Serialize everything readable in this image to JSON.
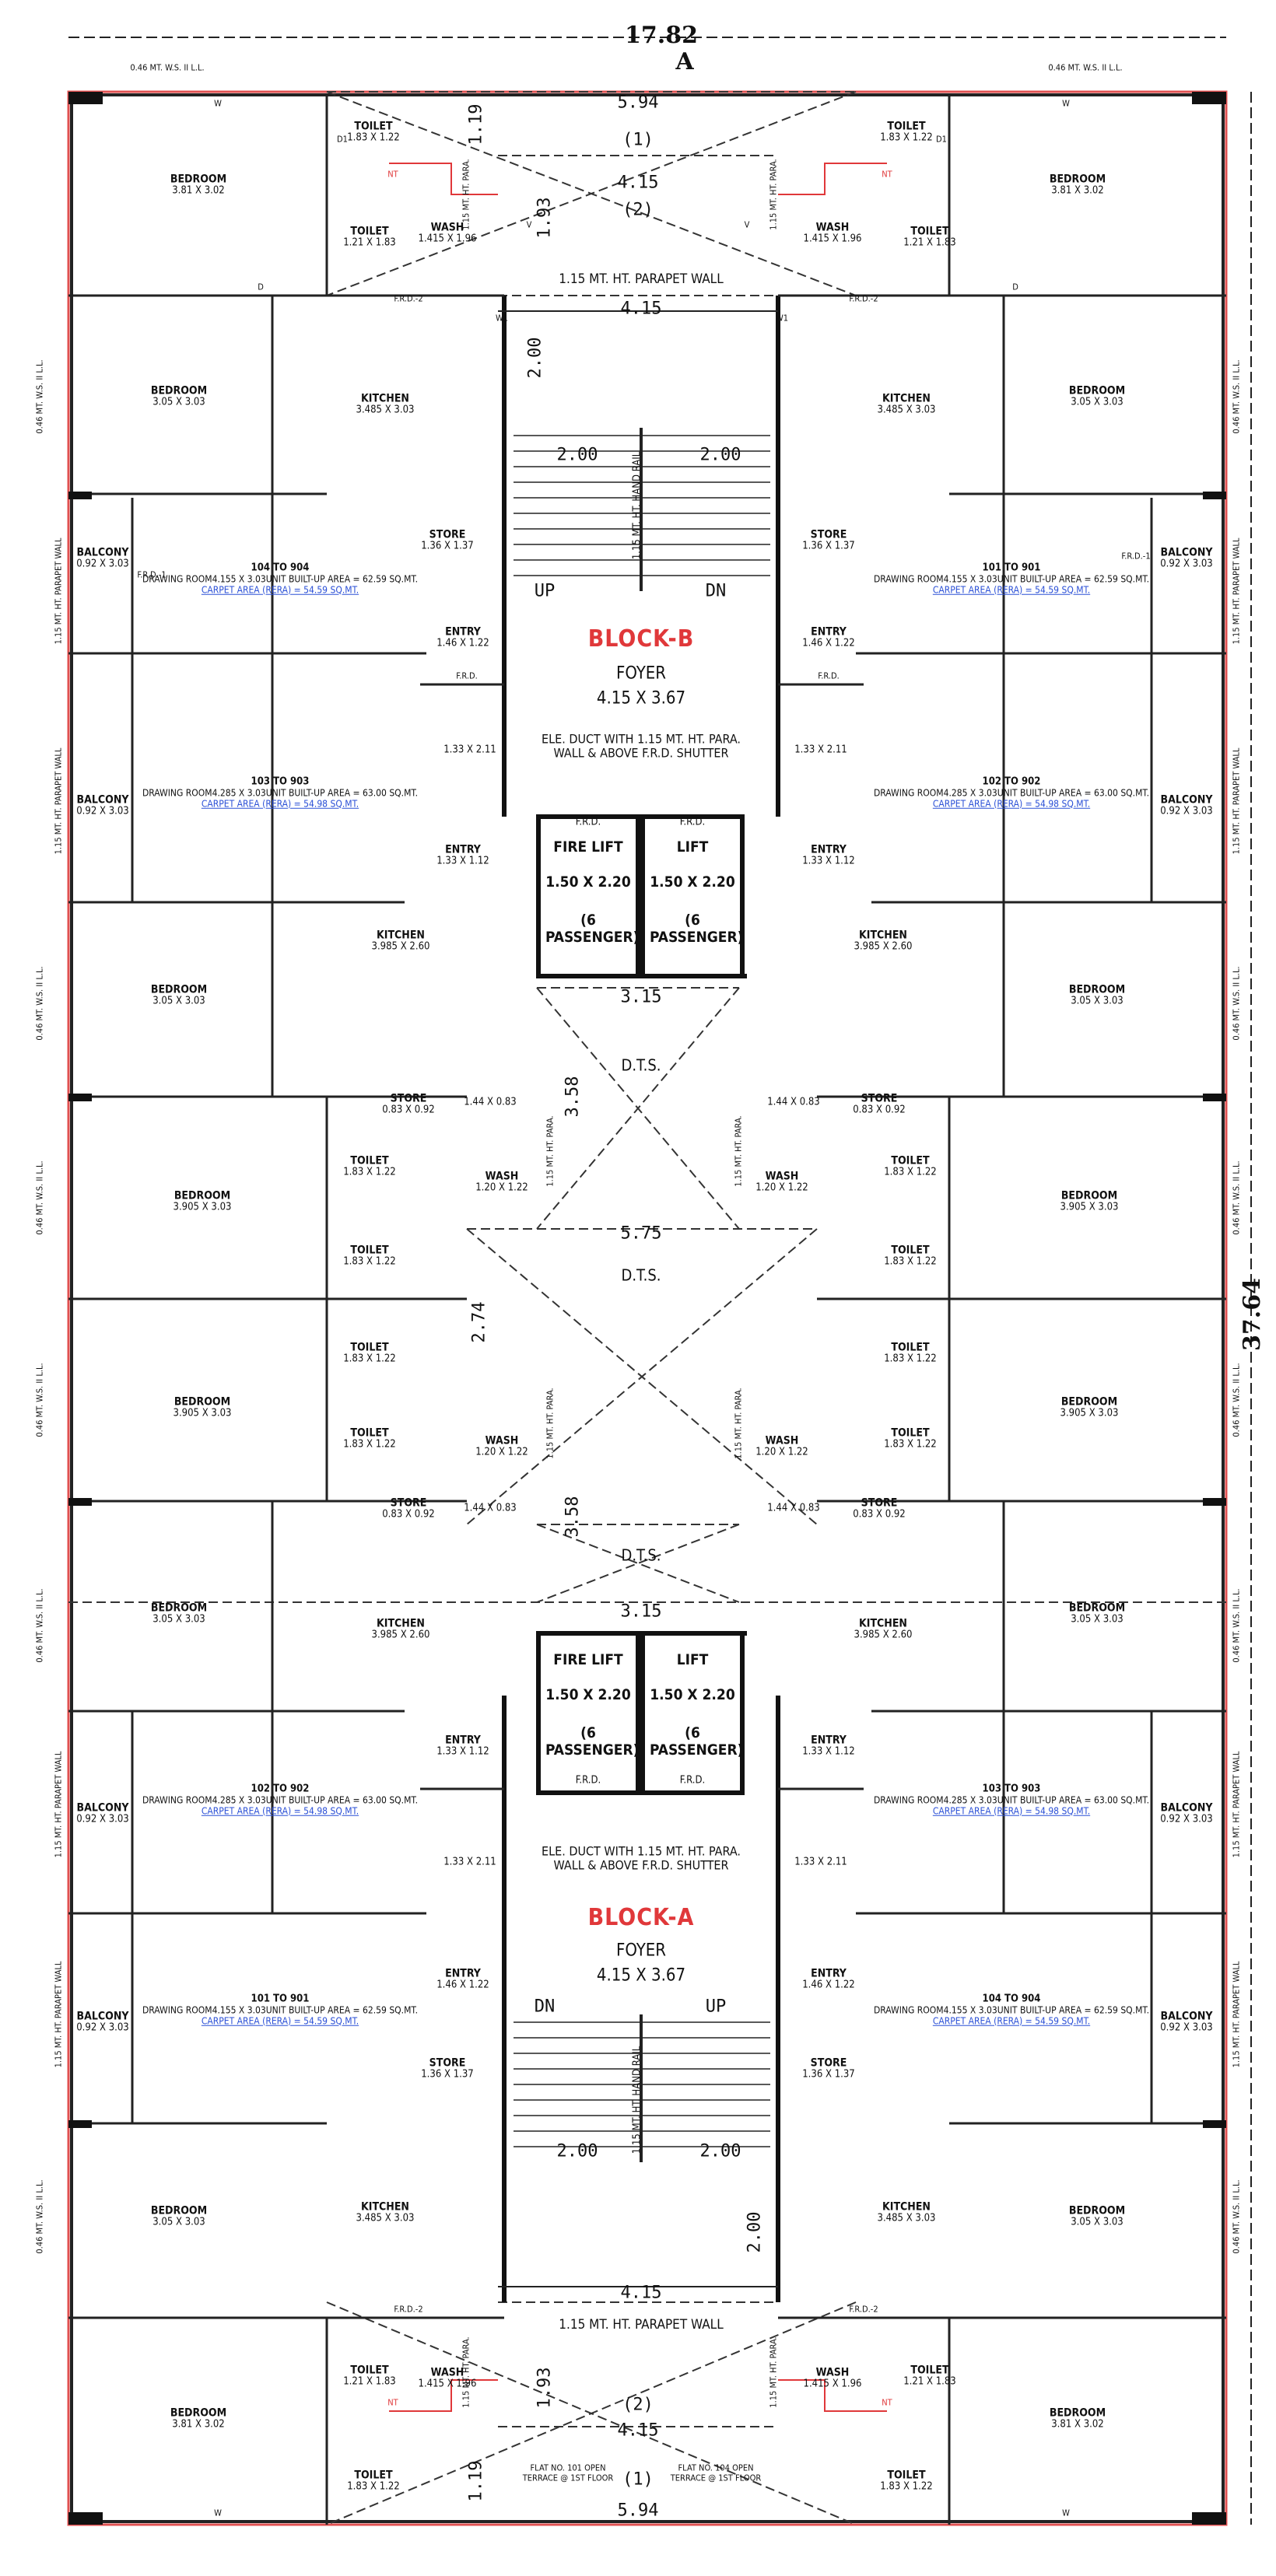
{
  "dimensions": {
    "overall_width": "17.82",
    "overall_depth": "37.64",
    "section": "A",
    "top_width": "5.94",
    "second_width": "4.15",
    "head_depth": "1.19",
    "duct_depth": "1.93",
    "stair_gap": "2.00",
    "core_width": "3.15",
    "core_mid": "5.75",
    "side_a": "3.58",
    "side_b": "2.74",
    "num_1": "(1)",
    "num_2": "(2)"
  },
  "walls": {
    "wsll": "0.46 MT. W.S. II L.L.",
    "parapet": "1.15 MT. HT. PARAPET WALL",
    "parapet_short": "1.15 MT. HT. PARA.",
    "handrail": "1.15 MT. HT. HAND RAIL"
  },
  "blocks": [
    {
      "name": "BLOCK-B",
      "foyer": "FOYER",
      "foyer_size": "4.15 X 3.67",
      "duct": "ELE. DUCT WITH 1.15 MT. HT. PARA. WALL & ABOVE F.R.D. SHUTTER",
      "up": "UP",
      "dn": "DN"
    },
    {
      "name": "BLOCK-A",
      "foyer": "FOYER",
      "foyer_size": "4.15 X 3.67",
      "duct": "ELE. DUCT WITH 1.15 MT. HT. PARA. WALL & ABOVE F.R.D. SHUTTER",
      "up": "UP",
      "dn": "DN"
    }
  ],
  "lifts": {
    "fire": "FIRE LIFT",
    "lift": "LIFT",
    "size": "1.50 X 2.20",
    "cap": "(6 PASSENGER)",
    "frd": "F.R.D."
  },
  "rooms": {
    "bedroom": "BEDROOM",
    "kitchen": "KITCHEN",
    "toilet": "TOILET",
    "wash": "WASH",
    "store": "STORE",
    "entry": "ENTRY",
    "balcony": "BALCONY",
    "drawing": "DRAWING ROOM",
    "dts": "D.T.S.",
    "lobby": "1.33 X 2.11"
  },
  "sizes": {
    "bed1": "3.81 X 3.02",
    "bed2": "3.05 X 3.03",
    "bed3": "3.905 X 3.03",
    "kit1": "3.485 X 3.03",
    "kit2": "3.985 X 2.60",
    "toi1": "1.83 X 1.22",
    "toi2": "1.21 X 1.83",
    "wash1": "1.415 X 1.96",
    "wash2": "1.20 X 1.22",
    "store1": "1.36 X 1.37",
    "store2": "0.83 X 0.92",
    "store3": "1.44 X 0.83",
    "entry1": "1.46 X 1.22",
    "entry2": "1.33 X 1.12",
    "balc": "0.92 X 3.03",
    "dr1": "4.155 X 3.03",
    "dr2": "4.285 X 3.03"
  },
  "units": [
    {
      "id": "104 TO 904",
      "builtup": "UNIT BUILT-UP AREA = 62.59 SQ.MT.",
      "carpet": "CARPET AREA (RERA) = 54.59 SQ.MT."
    },
    {
      "id": "101 TO 901",
      "builtup": "UNIT BUILT-UP AREA = 62.59 SQ.MT.",
      "carpet": "CARPET AREA (RERA) = 54.59 SQ.MT."
    },
    {
      "id": "103 TO 903",
      "builtup": "UNIT BUILT-UP AREA = 63.00 SQ.MT.",
      "carpet": "CARPET AREA (RERA) = 54.98 SQ.MT."
    },
    {
      "id": "102 TO 902",
      "builtup": "UNIT BUILT-UP AREA = 63.00 SQ.MT.",
      "carpet": "CARPET AREA (RERA) = 54.98 SQ.MT."
    }
  ],
  "terrace": {
    "left": "FLAT NO. 101 OPEN TERRACE @ 1ST FLOOR",
    "right": "FLAT NO. 104 OPEN TERRACE @ 1ST FLOOR"
  },
  "marks": {
    "frd": "F.R.D.",
    "frd1": "F.R.D.-1",
    "frd2": "F.R.D.-2",
    "w": "W",
    "d": "D",
    "d1": "D1",
    "w1": "W1",
    "v": "V",
    "nt": "NT"
  }
}
